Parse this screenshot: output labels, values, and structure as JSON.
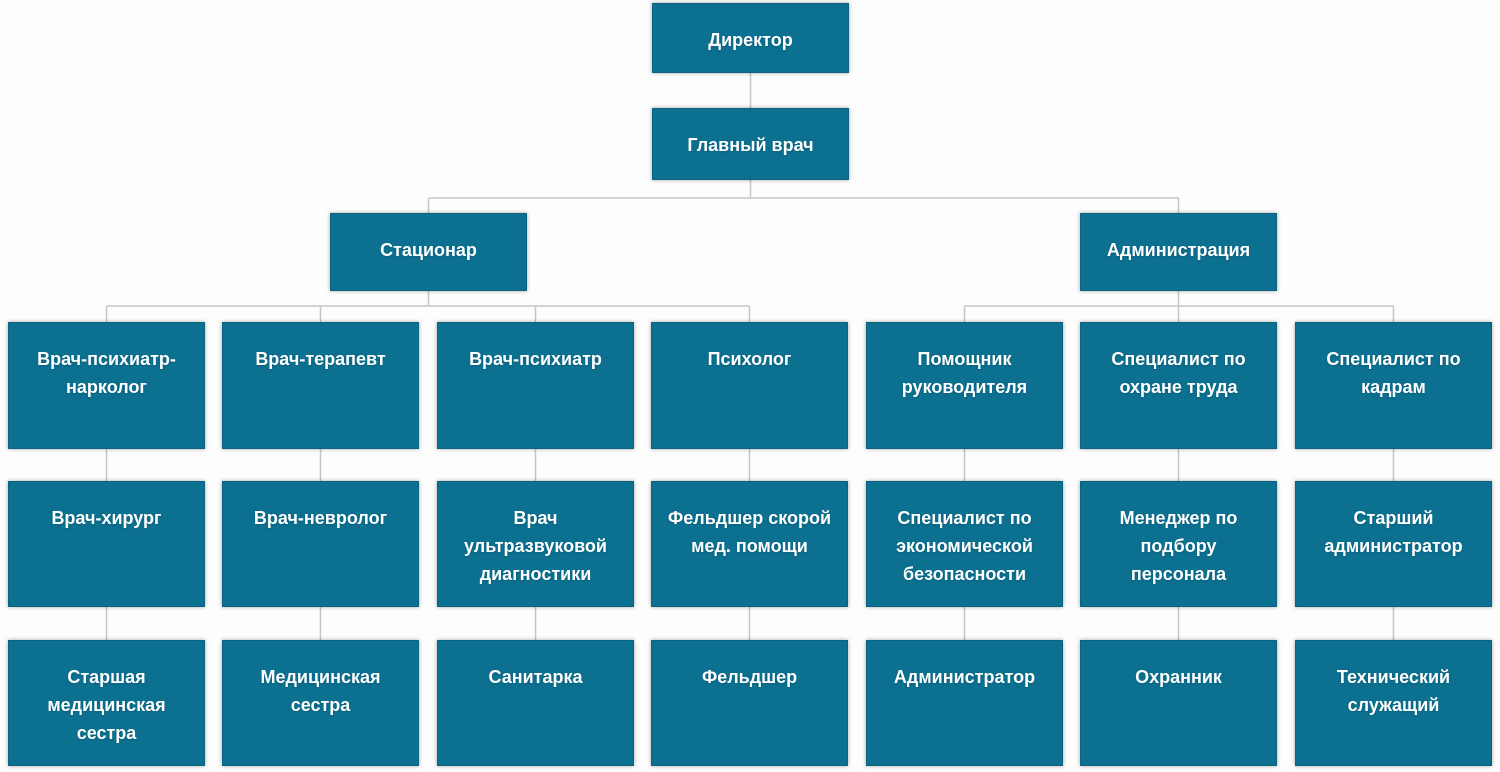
{
  "diagram": {
    "type": "org-chart",
    "director": "Директор",
    "chief_doctor": "Главный врач",
    "branches": [
      {
        "label": "Стационар"
      },
      {
        "label": "Администрация"
      }
    ],
    "columns": [
      {
        "branch": 0,
        "levels": [
          "Врач-психиатр-\nнарколог",
          "Врач-хирург",
          "Старшая\nмедицинская\nсестра"
        ]
      },
      {
        "branch": 0,
        "levels": [
          "Врач-терапевт",
          "Врач-невролог",
          "Медицинская\nсестра"
        ]
      },
      {
        "branch": 0,
        "levels": [
          "Врач-психиатр",
          "Врач\nультразвуковой\nдиагностики",
          "Санитарка"
        ]
      },
      {
        "branch": 0,
        "levels": [
          "Психолог",
          "Фельдшер скорой\nмед. помощи",
          "Фельдшер"
        ]
      },
      {
        "branch": 1,
        "levels": [
          "Помощник\nруководителя",
          "Специалист по\nэкономической\nбезопасности",
          "Администратор"
        ]
      },
      {
        "branch": 1,
        "levels": [
          "Специалист по\nохране труда",
          "Менеджер по\nподбору\nперсонала",
          "Охранник"
        ]
      },
      {
        "branch": 1,
        "levels": [
          "Специалист по\nкадрам",
          "Старший\nадминистратор",
          "Технический\nслужащий"
        ]
      }
    ],
    "colors": {
      "node_fill": "#0c7090",
      "node_text": "#ffffff",
      "connector": "#c6c6c6",
      "background": "#fdfdfd"
    }
  }
}
